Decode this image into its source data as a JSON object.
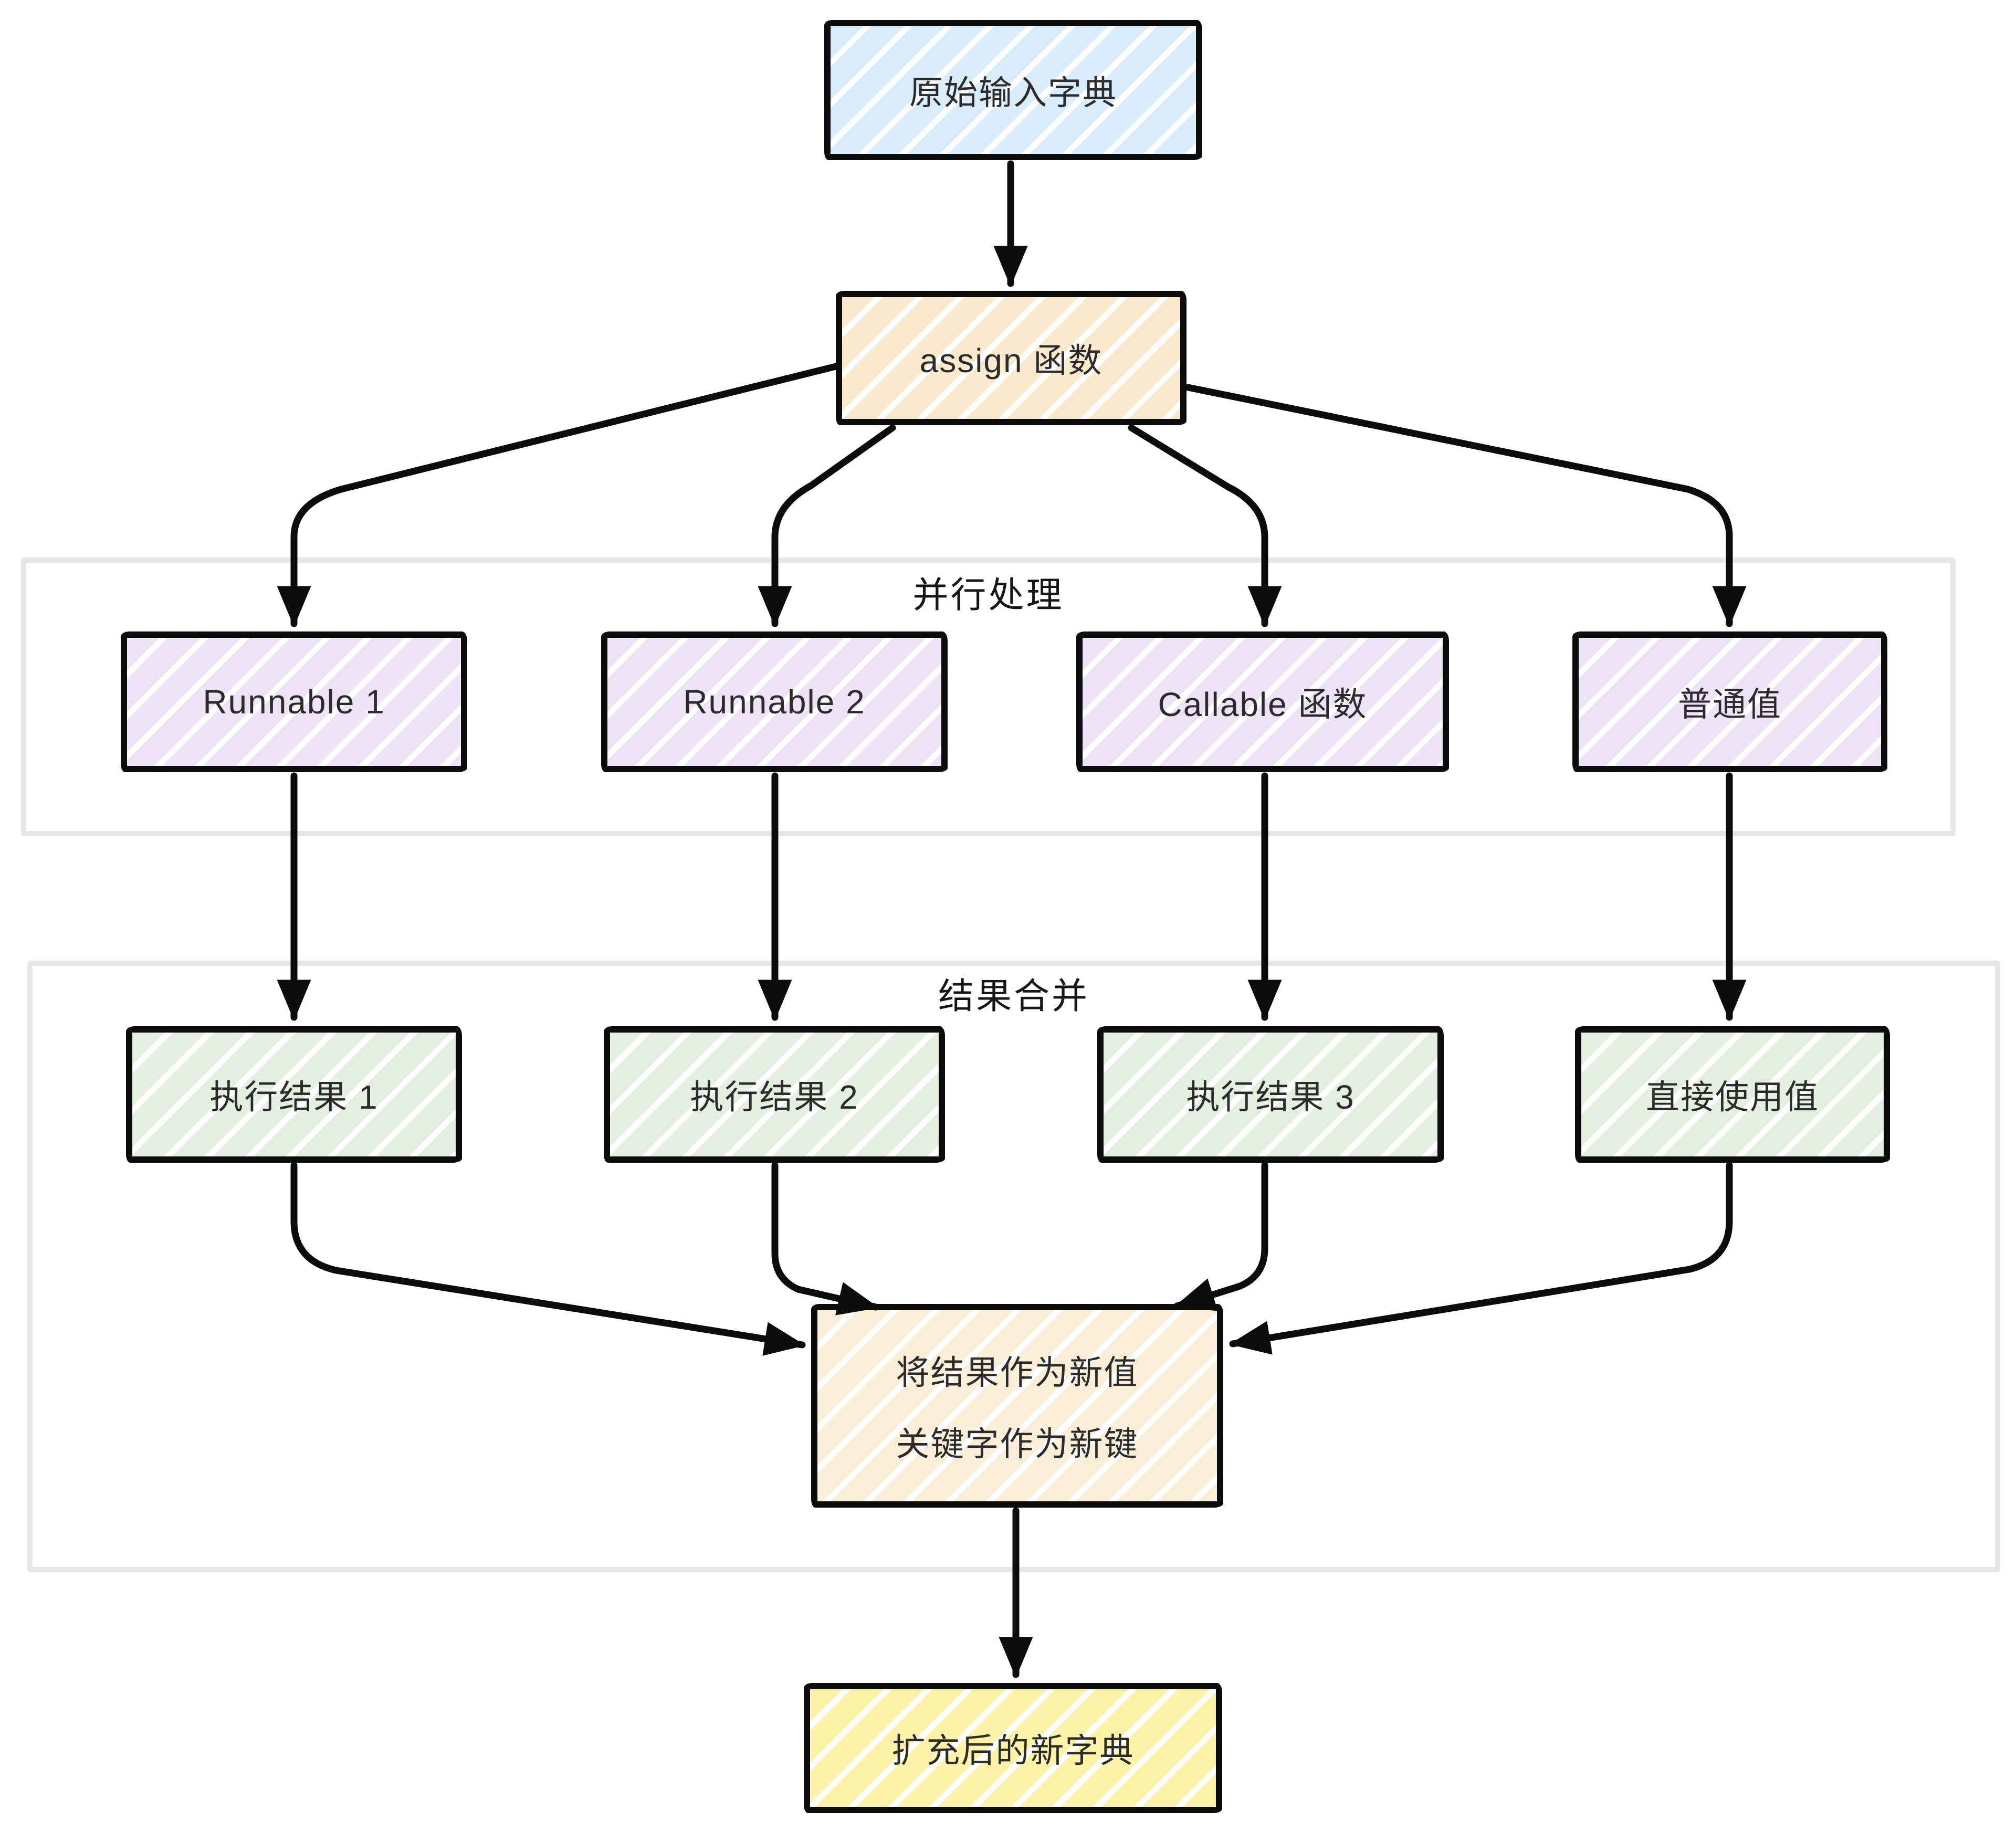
{
  "nodes": {
    "input": "原始输入字典",
    "assign": "assign 函数",
    "runnable1": "Runnable 1",
    "runnable2": "Runnable 2",
    "callable": "Callable 函数",
    "plain_value": "普通值",
    "result1": "执行结果 1",
    "result2": "执行结果 2",
    "result3": "执行结果 3",
    "direct_value": "直接使用值",
    "merge_line1": "将结果作为新值",
    "merge_line2": "关键字作为新键",
    "output": "扩充后的新字典"
  },
  "groups": {
    "parallel": "并行处理",
    "merge_stage": "结果合并"
  },
  "colors": {
    "input_fill": "#d9ecfa",
    "assign_fill": "#faeacd",
    "parallel_fill": "#eee2f6",
    "result_fill": "#e4efe0",
    "merge_fill": "#fbeed8",
    "output_fill": "#fcf3a9",
    "stroke": "#0c0c0c",
    "group_border": "#e7e7e7",
    "text": "#2b2b2b"
  }
}
